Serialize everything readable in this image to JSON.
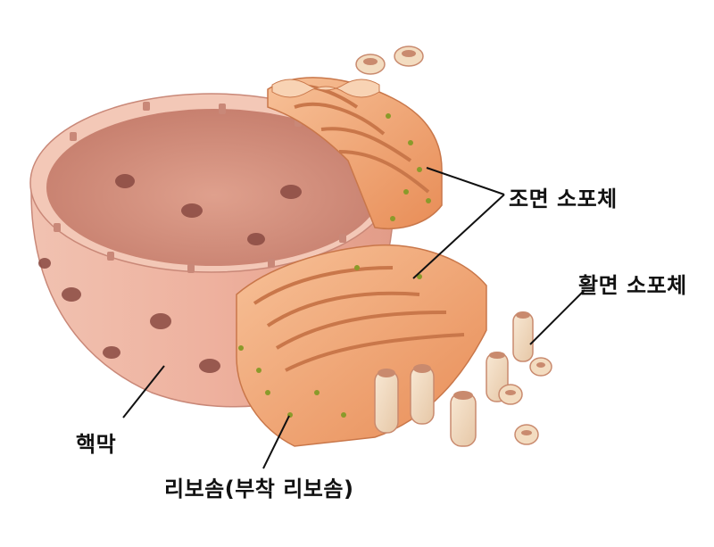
{
  "labels": {
    "rough_er": "조면 소포체",
    "smooth_er": "활면 소포체",
    "nuclear_envelope": "핵막",
    "ribosome": "리보솜(부착 리보솜)"
  },
  "colors": {
    "nucleus_outer": "#efb7a4",
    "nucleus_inner": "#e8a895",
    "nucleus_rim": "#f5cbbb",
    "pore": "#8a4a42",
    "rough_er": "#f0a06a",
    "rough_er_light": "#f6c097",
    "smooth_er": "#f3dcc0",
    "smooth_er_dark": "#c98a6e",
    "ribosome_dot": "#8a9a2a",
    "leader_line": "#111111"
  }
}
